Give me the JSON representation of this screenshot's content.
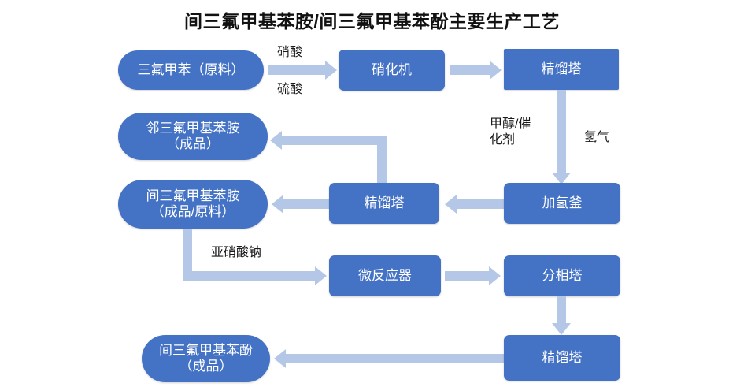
{
  "diagram": {
    "title": "间三氟甲基苯胺/间三氟甲基苯酚主要生产工艺",
    "colors": {
      "node_fill": "#4472C4",
      "node_text": "#FFFFFF",
      "connector": "#B4C7E7",
      "background": "#FFFFFF",
      "title_text": "#111111"
    },
    "nodes": [
      {
        "id": "raw_btf",
        "label": "三氟甲苯（原料）",
        "shape": "pill"
      },
      {
        "id": "nitrator",
        "label": "硝化机",
        "shape": "rect"
      },
      {
        "id": "distill_top",
        "label": "精馏塔",
        "shape": "sharp"
      },
      {
        "id": "ortho_amine",
        "label": "邻三氟甲基苯胺\n（成品）",
        "shape": "pill"
      },
      {
        "id": "meta_amine",
        "label": "间三氟甲基苯胺\n（成品/原料）",
        "shape": "pill"
      },
      {
        "id": "distill_mid",
        "label": "精馏塔",
        "shape": "rect"
      },
      {
        "id": "hydro_kettle",
        "label": "加氢釜",
        "shape": "rect"
      },
      {
        "id": "microreactor",
        "label": "微反应器",
        "shape": "rect"
      },
      {
        "id": "phase_tower",
        "label": "分相塔",
        "shape": "rect"
      },
      {
        "id": "distill_bottom",
        "label": "精馏塔",
        "shape": "rect"
      },
      {
        "id": "meta_phenol",
        "label": "间三氟甲基苯酚\n（成品）",
        "shape": "pill"
      }
    ],
    "edge_labels": {
      "nitric_acid": "硝酸",
      "sulfuric_acid": "硫酸",
      "methanol_catalyst": "甲醇/催\n化剂",
      "hydrogen": "氢气",
      "sodium_nitrite": "亚硝酸钠"
    },
    "edges": [
      {
        "from": "raw_btf",
        "to": "nitrator",
        "labels": [
          "硝酸",
          "硫酸"
        ]
      },
      {
        "from": "nitrator",
        "to": "distill_top",
        "labels": []
      },
      {
        "from": "distill_top",
        "to": "hydro_kettle",
        "labels": [
          "甲醇/催化剂",
          "氢气"
        ]
      },
      {
        "from": "hydro_kettle",
        "to": "distill_mid",
        "labels": []
      },
      {
        "from": "distill_mid",
        "to": "meta_amine",
        "labels": []
      },
      {
        "from": "distill_mid",
        "to": "ortho_amine",
        "labels": []
      },
      {
        "from": "meta_amine",
        "to": "microreactor",
        "labels": [
          "亚硝酸钠"
        ]
      },
      {
        "from": "microreactor",
        "to": "phase_tower",
        "labels": []
      },
      {
        "from": "phase_tower",
        "to": "distill_bottom",
        "labels": []
      },
      {
        "from": "distill_bottom",
        "to": "meta_phenol",
        "labels": []
      }
    ]
  }
}
